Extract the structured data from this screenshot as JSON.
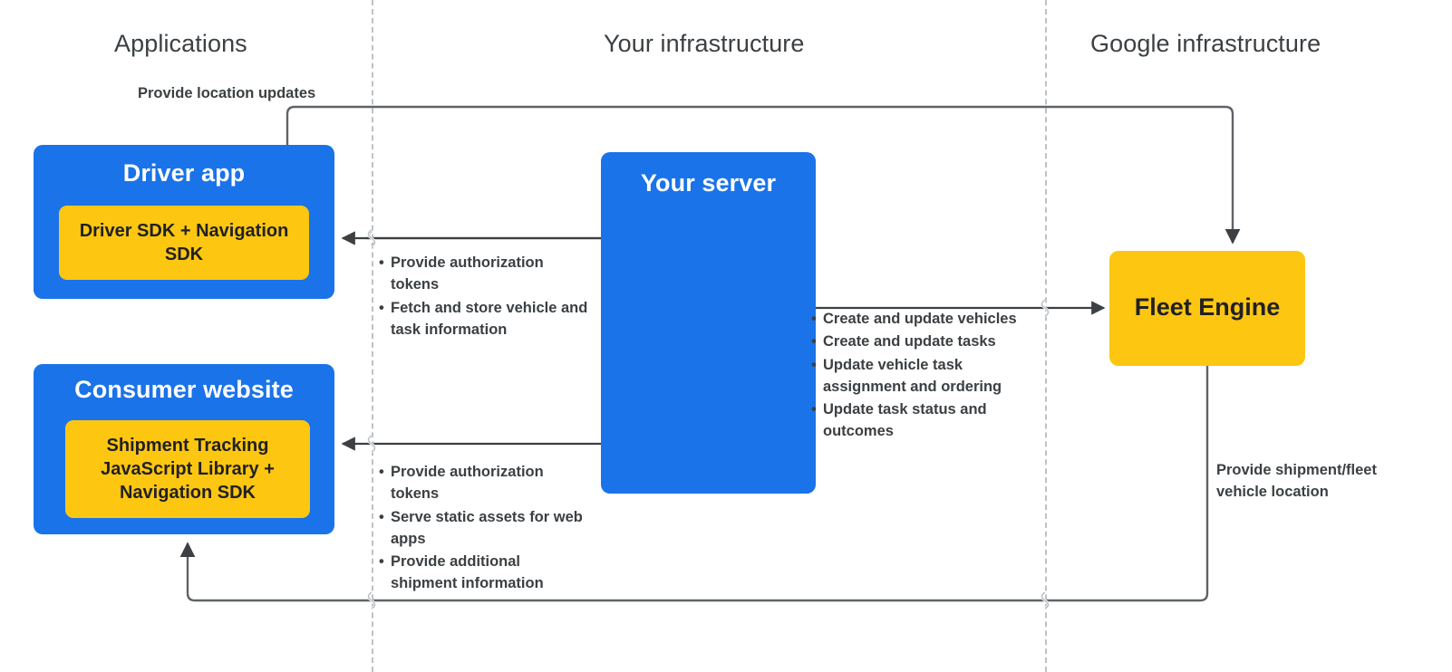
{
  "diagram": {
    "title": "Fleet Engine architecture overview",
    "colors": {
      "blue": "#1a73e8",
      "yellow": "#fdc611",
      "text_dark": "#3c4043",
      "divider": "#bdc1c6",
      "connector": "#5f6368"
    }
  },
  "zones": {
    "applications": "Applications",
    "your_infrastructure": "Your infrastructure",
    "google_infrastructure": "Google infrastructure"
  },
  "boxes": {
    "driver_app": {
      "title": "Driver app",
      "inner": "Driver SDK +\nNavigation SDK"
    },
    "consumer_website": {
      "title": "Consumer website",
      "inner": "Shipment Tracking\nJavaScript Library  +\nNavigation SDK"
    },
    "your_server": {
      "title": "Your server"
    },
    "fleet_engine": {
      "title": "Fleet Engine"
    }
  },
  "edges": {
    "location_updates": "Provide location updates",
    "shipment_fleet_location": "Provide shipment/fleet\nvehicle location",
    "driver_to_server": [
      "Provide authorization tokens",
      "Fetch and store vehicle and task information"
    ],
    "consumer_to_server": [
      "Provide authorization tokens",
      "Serve static assets for web apps",
      "Provide additional shipment information"
    ],
    "server_to_fleet_engine": [
      "Create and update vehicles",
      "Create and update tasks",
      "Update vehicle task assignment and ordering",
      "Update task status and outcomes"
    ]
  }
}
